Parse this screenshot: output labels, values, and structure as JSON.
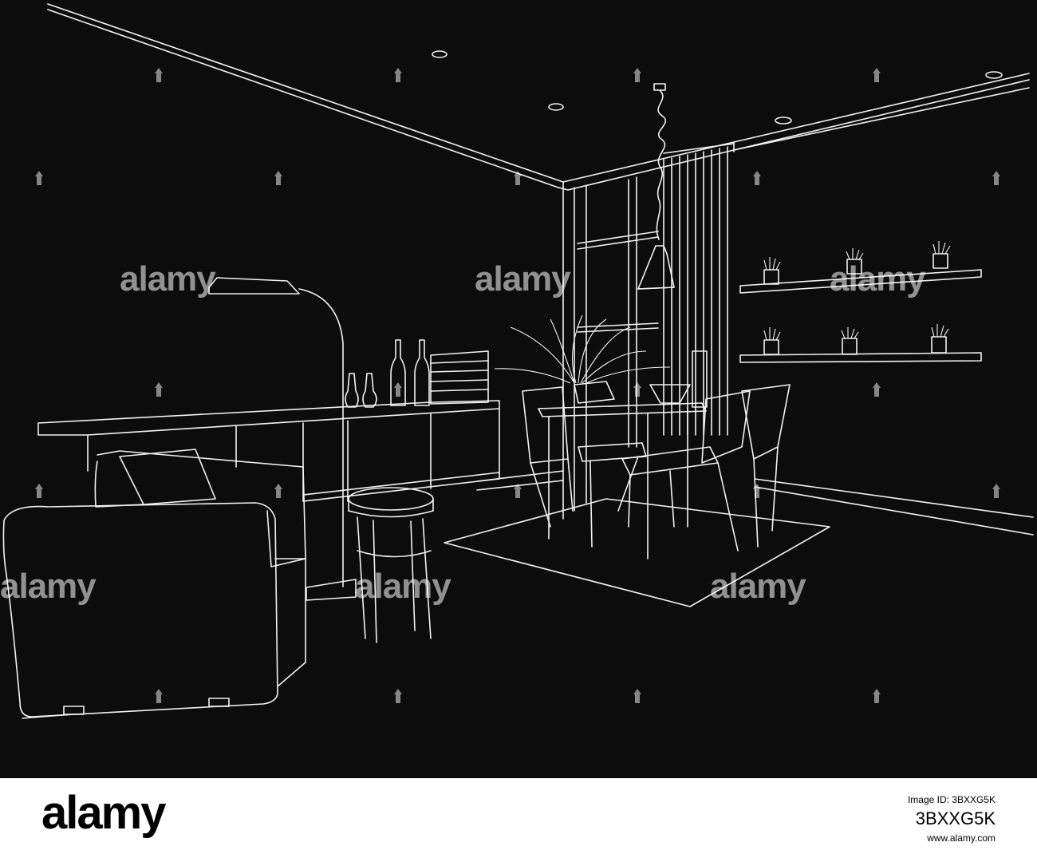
{
  "watermark": {
    "text": "alamy",
    "color": "#ffffff"
  },
  "footer": {
    "logo": "alamy",
    "caption": "Image ID: 3BXXG5K",
    "image_id": "3BXXG5K",
    "url": "www.alamy.com",
    "background": "#ffffff"
  },
  "scene": {
    "background": "#0c0c0c",
    "line_color": "#f2f2f2"
  }
}
